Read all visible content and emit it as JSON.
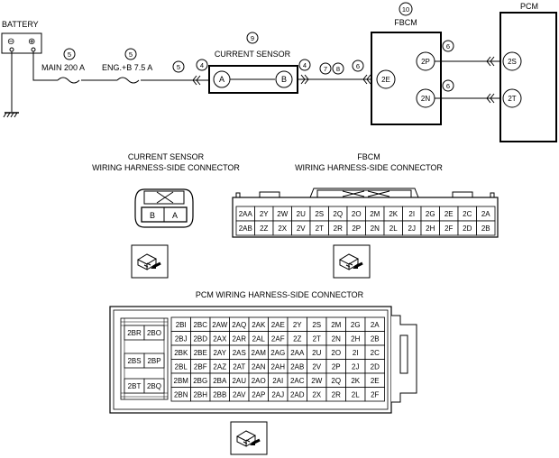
{
  "battery": {
    "label": "BATTERY",
    "neg": "⊖",
    "pos": "⊕"
  },
  "main_fuse": {
    "num": "5",
    "label": "MAIN 200 A"
  },
  "eng_fuse": {
    "num": "5",
    "label": "ENG.+B 7.5 A"
  },
  "wire_nums": {
    "w5": "5",
    "w4a": "4",
    "w4b": "4",
    "w7": "7",
    "w8": "8",
    "w6a": "6",
    "w6b": "6",
    "w6c": "6"
  },
  "current_sensor": {
    "num": "9",
    "label": "CURRENT SENSOR",
    "pin_a": "A",
    "pin_b": "B"
  },
  "fbcm": {
    "num": "10",
    "label": "FBCM",
    "pin_2e": "2E",
    "pin_2p": "2P",
    "pin_2n": "2N"
  },
  "pcm": {
    "label": "PCM",
    "pin_2s": "2S",
    "pin_2t": "2T"
  },
  "cs_connector": {
    "title1": "CURRENT SENSOR",
    "title2": "WIRING HARNESS-SIDE CONNECTOR",
    "pins": [
      "B",
      "A"
    ]
  },
  "fbcm_connector": {
    "title1": "FBCM",
    "title2": "WIRING HARNESS-SIDE CONNECTOR",
    "row1": [
      "2AA",
      "2Y",
      "2W",
      "2U",
      "2S",
      "2Q",
      "2O",
      "2M",
      "2K",
      "2I",
      "2G",
      "2E",
      "2C",
      "2A"
    ],
    "row2": [
      "2AB",
      "2Z",
      "2X",
      "2V",
      "2T",
      "2R",
      "2P",
      "2N",
      "2L",
      "2J",
      "2H",
      "2F",
      "2D",
      "2B"
    ]
  },
  "pcm_connector": {
    "title": "PCM WIRING HARNESS-SIDE CONNECTOR",
    "left_block": [
      "2BR",
      "2BO",
      "2BS",
      "2BP",
      "2BT",
      "2BQ"
    ],
    "rows": [
      [
        "2BI",
        "2BC",
        "2AW",
        "2AQ",
        "2AK",
        "2AE",
        "2Y",
        "2S",
        "2M",
        "2G",
        "2A"
      ],
      [
        "2BJ",
        "2BD",
        "2AX",
        "2AR",
        "2AL",
        "2AF",
        "2Z",
        "2T",
        "2N",
        "2H",
        "2B"
      ],
      [
        "2BK",
        "2BE",
        "2AY",
        "2AS",
        "2AM",
        "2AG",
        "2AA",
        "2U",
        "2O",
        "2I",
        "2C"
      ],
      [
        "2BL",
        "2BF",
        "2AZ",
        "2AT",
        "2AN",
        "2AH",
        "2AB",
        "2V",
        "2P",
        "2J",
        "2D"
      ],
      [
        "2BM",
        "2BG",
        "2BA",
        "2AU",
        "2AO",
        "2AI",
        "2AC",
        "2W",
        "2Q",
        "2K",
        "2E"
      ],
      [
        "2BN",
        "2BH",
        "2BB",
        "2AV",
        "2AP",
        "2AJ",
        "2AD",
        "2X",
        "2R",
        "2L",
        "2F"
      ]
    ]
  }
}
